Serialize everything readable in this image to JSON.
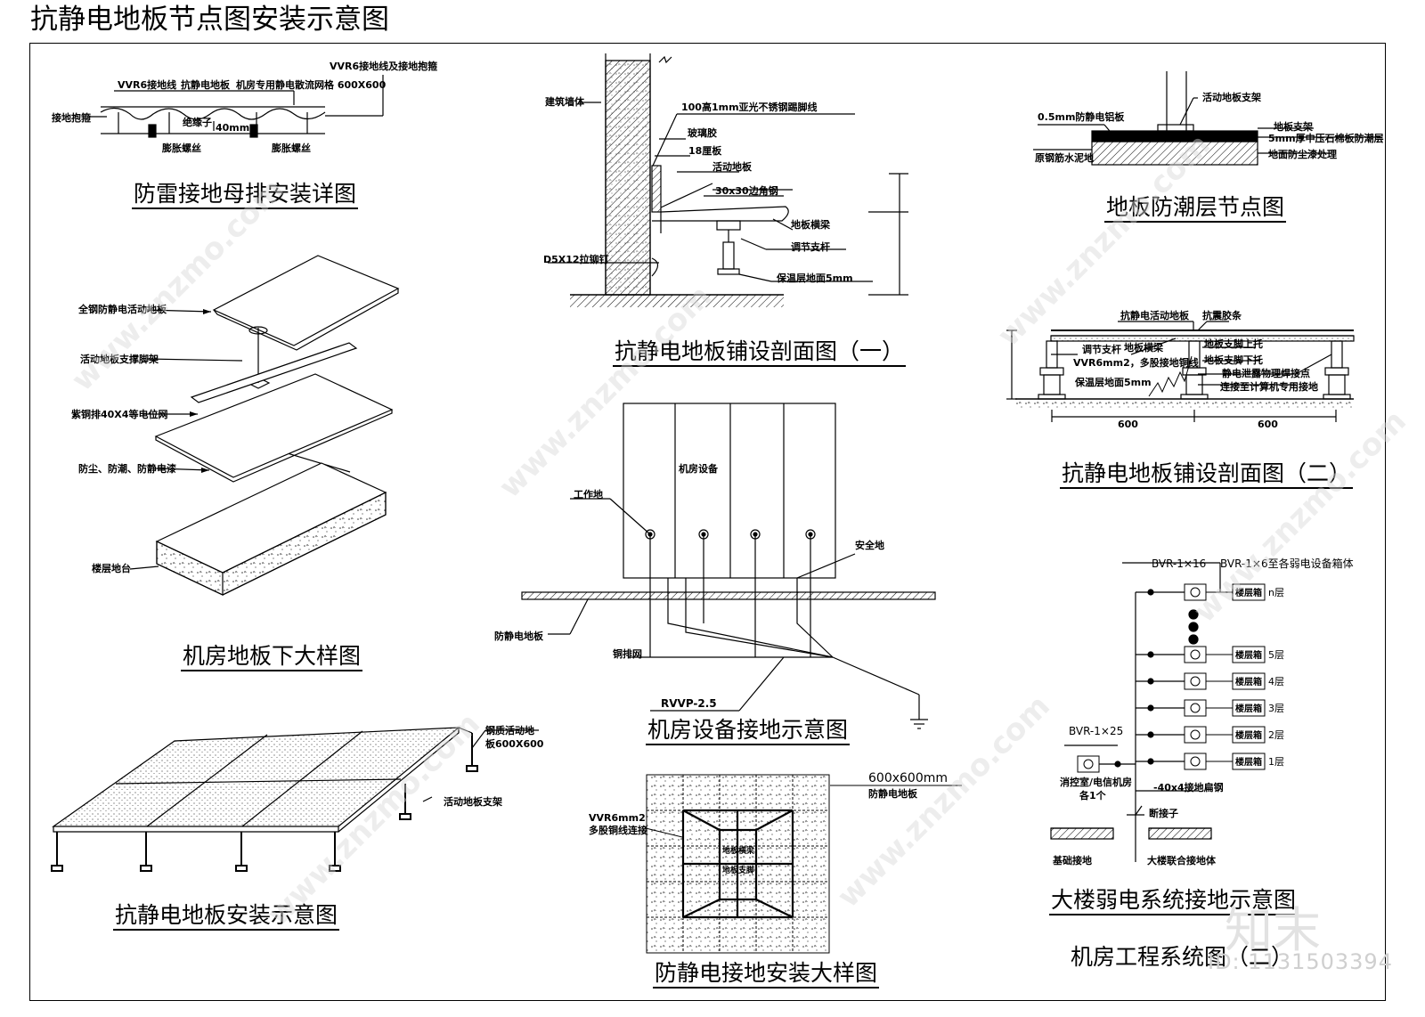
{
  "title": "抗静电地板节点图安装示意图",
  "watermark": "www.znzmo.com",
  "logo": "知末",
  "id_label": "ID: 1131503394",
  "captions": {
    "lightning": "防雷接地母排安装详图",
    "under_floor": "机房地板下大样图",
    "install": "抗静电地板安装示意图",
    "section1": "抗静电地板铺设剖面图（一）",
    "equip_ground": "机房设备接地示意图",
    "ground_detail": "防静电接地安装大样图",
    "moisture": "地板防潮层节点图",
    "section2": "抗静电地板铺设剖面图（二）",
    "building": "大楼弱电系统接地示意图",
    "system": "机房工程系统图（二）"
  },
  "labels": {
    "vvr6_ground": "VVR6接地线",
    "antistatic_floor": "抗静电地板",
    "room_mesh": "机房专用静电散流网格 600X600",
    "vvr6_clamp": "VVR6接地线及接地抱箍",
    "ground_clamp": "接地抱箍",
    "insulator": "绝缘子",
    "h40": "40mm",
    "expansion1": "膨胀螺丝",
    "expansion2": "膨胀螺丝",
    "allsteel": "全钢防静电活动地板",
    "support": "活动地板支撑脚架",
    "copper_strip": "紫铜排40X4等电位网",
    "dust": "防尘、防潮、防静电漆",
    "slab": "楼层地台",
    "steel_floor1": "钢质活动地",
    "steel_floor2": "板600X600",
    "active_support": "活动地板支架",
    "wall": "建筑墙体",
    "skirting": "100高1mm亚光不锈钢踢脚线",
    "glass_glue": "玻璃胶",
    "board18": "18厘板",
    "active_floor": "活动地板",
    "angle": "30x30边角钢",
    "beam": "地板横梁",
    "adjust": "调节支杆",
    "insulation": "保温层地面5mm",
    "rivet": "D5X12拉铆钉",
    "equipment": "机房设备",
    "work_ground": "工作地",
    "safety_ground": "安全地",
    "antistatic_floor2": "防静电地板",
    "copper_mesh": "铜排网",
    "rvvp": "RVVP-2.5",
    "size600": "600x600mm",
    "floor3": "防静电地板",
    "vvr6mm2": "VVR6mm2",
    "multistrand": "多股铜线连接",
    "beam2": "地板横梁",
    "foot": "地板支脚",
    "al_foil": "0.5mm防静电铝板",
    "active_bracket": "活动地板支架",
    "floor_bracket": "地板支架",
    "board5": "5mm厚中压石棉板防潮层",
    "concrete": "原钢筋水泥地",
    "dustproof": "地面防尘漆处理",
    "antistatic_active": "抗静电活动地板",
    "shockproof": "抗震胶条",
    "adjust2": "调节支杆",
    "beam3": "地板横梁",
    "upper_bracket": "地板支脚上托",
    "lower_bracket": "地板支脚下托",
    "vvr6multi": "VVR6mm2，多股接地铜线",
    "emi": "静电泄露物理焊接点",
    "insul2": "保温层地面5mm",
    "computer": "连接至计算机专用接地",
    "dim600a": "600",
    "dim600b": "600",
    "bvr16": "BVR-1×16",
    "bvr16b": "BVR-1×6至各弱电设备箱体",
    "bvr25": "BVR-1×25",
    "fire_room": "消控室/电信机房",
    "each1": "各1个",
    "steel40": "-40x4接地扁钢",
    "terminal": "断接子",
    "base_ground": "基础接地",
    "joint_ground": "大楼联合接地体"
  },
  "floors": [
    {
      "box": "楼层箱",
      "floor": "n层"
    },
    {
      "box": "楼层箱",
      "floor": "5层"
    },
    {
      "box": "楼层箱",
      "floor": "4层"
    },
    {
      "box": "楼层箱",
      "floor": "3层"
    },
    {
      "box": "楼层箱",
      "floor": "2层"
    },
    {
      "box": "楼层箱",
      "floor": "1层"
    }
  ]
}
